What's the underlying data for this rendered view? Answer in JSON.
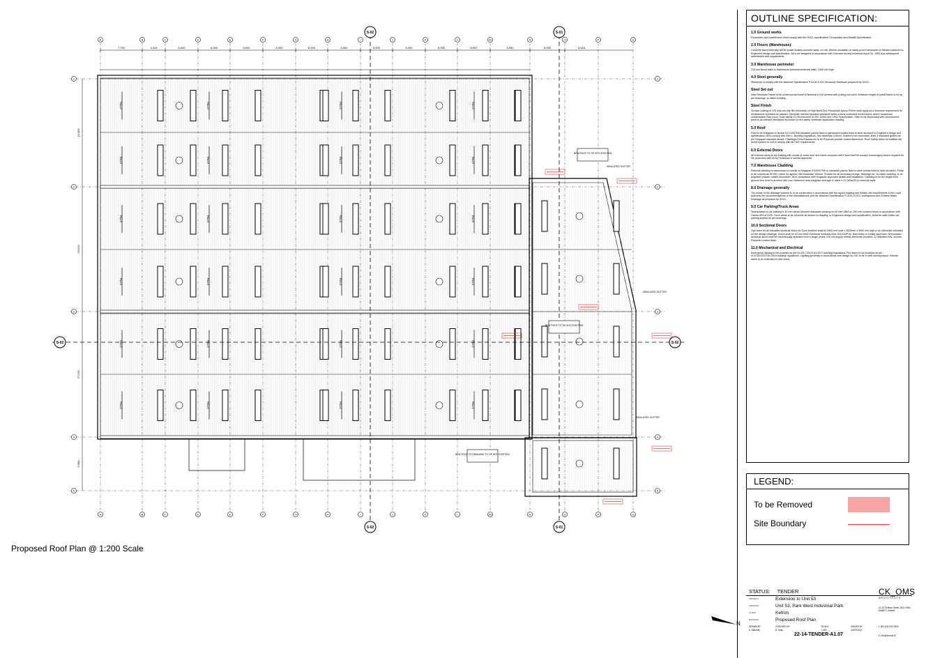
{
  "drawing": {
    "caption": "Proposed Roof Plan @ 1:200 Scale",
    "grid_columns": [
      "A",
      "B",
      "C",
      "D",
      "E",
      "F",
      "G",
      "H",
      "I",
      "J",
      "K",
      "L",
      "M",
      "N",
      "O",
      "P",
      "Q",
      "R",
      "S"
    ],
    "grid_rows": [
      "1",
      "2",
      "3",
      "4",
      "5"
    ],
    "top_dimensions": [
      "7,794",
      "4,319",
      "6,000",
      "6,000",
      "6,000",
      "6,000",
      "6,000",
      "6,000",
      "6,000",
      "6,000",
      "6,000",
      "6,997",
      "5,050",
      "6,000",
      "5,518"
    ],
    "left_dimensions": [
      "15,994",
      "23,513",
      "27,591",
      "9,984"
    ],
    "section_markers": [
      "S-02",
      "S-02",
      "S-01",
      "S-01",
      "S-02",
      "S-02"
    ],
    "fall_label": "FALLS",
    "notes": {
      "new_roof_1": "NEW ROOF TO TIE INTO EXISTING",
      "new_roof_2": "NEW ROOF TO TIE INTO EXISTING",
      "new_roof_3": "NEW ROOF TO DRAINAGE TO TIE INTO EXISTING",
      "insulated_gutter_1": "INSULATED GUTTER",
      "insulated_gutter_2": "INSULATED GUTTER",
      "insulated_gutter_3": "INSULATED GUTTER"
    }
  },
  "spec": {
    "title": "OUTLINE SPECIFICATION:",
    "sections": [
      {
        "heading": "1.0 Ground works",
        "text": "Excavation and backfill work shall comply with the GDCL specification / Excavation and Backfill Specification."
      },
      {
        "heading": "2.0 Floors (Warehouse):",
        "text": "Concrete floors internally will be power floated concrete slabs, on min 150mm insulation on damp proof membrane on blinded hardcore to Engineers design and specification. All to be designed in accordance with Concrete society technical report 34, 1994 plus subsequent amendment and supplements."
      },
      {
        "heading": "3.0 Warehouse perimeter",
        "text": "215 mm Block walls to Warehouse perimeter/external walls, 2400 mm high"
      },
      {
        "heading": "4.0 Steel generally",
        "text": "Steelwork to comply with the attached Specification P-0215-S-001 Structural Steelwork prepared by GDCL."
      },
      {
        "heading": "Steel Set out",
        "text": "New Structural Frame to be a steel portal frame at Nominal 6.0 M centres with a 6deg roof pitch. Minimum height of portal frame to be as per drawings, to match existing."
      },
      {
        "heading": "Steel Finish",
        "text": "Surface coating of 125 microns (dry film thickness) of High Build Zinc Phosphate Epoxy Primer shall apply as a minimum requirement for all steelwork specified as painted. Generally internal exposed steelwork within a semi-controlled environment, where occasional condensation may occur, must satisfy C2 environment to ISO 12944 and CRIU Specification. Steel to be fireproofed with Intumescent paint to all relevant elevations as shown on fire safety certificate application drawing."
      },
      {
        "heading": "5.0 Roof",
        "text": "Roof to be Kingspan or similar KS 1000 RW insulated panels fixed to galvanised purlins fixed to steel structure to Engineers design and specification, all to comply with Part L, Building regulations. Min thickness 115mm. Gutters to be concealed, lined & insulated gutters as per Kingspan standard details. Flashings/Trims/Fascias etc to be Polyester powder coated aluminium. Roof Safety. Allow for suitable fall arrest system to roof to comply with all H&S requirements."
      },
      {
        "heading": "6.0 External Doors",
        "text": "All external doors to the building will consist of metal door and frame complete with Panic Bar/Fire escape ironmongery where required for fire protection with all by Firesbook or similar approved"
      },
      {
        "heading": "7.0 Warehouse Cladding",
        "text": "External cladding to warehouse to consist of Kingspan KS1000 RW or sandwich panels fixed to steel purlins fixed to steel structure. Finish to be colourcoat HP200, colour as agreed. Min thickness 100mm. Provide for all necessary fixings, flashings etc, to match cladding, to be polyester powder coated aluminium. All in compliance with Kingspan approved details and installation. Cladding to be full height from ground floor level to junction with roof. Maximum area weighted average U-Value 0.21 (W/m2K) to external walls."
      },
      {
        "heading": "8.0 Drainage generally",
        "text": "The whole of the drainage scheme is to be constructed in accordance with the layout drawing and details; the requirements of the Local Authority the recommendations of the manufacturers and the attached Specification P-0215-D-001 Underground and Surface Water Drainage as prepared by GDCL."
      },
      {
        "heading": "9.0 Car Parking/Truck Areas",
        "text": "Tarmacadam to car parking to 40 mm dense bitumen macadam wearing on 40 mm DBM on 250 mm crushed stone in accordance with Clause 803 of DOE. Truck areas to be concrete as shown on drawing, to Engineers design and specification. Allow for staff /visitor car parking spaces as per drawings."
      },
      {
        "heading": "10.0 Sectional Doors",
        "text": "Ope sizes for all insulated sectional doors for Dock levellers shall be 2600 mm wide x 3000mm x 3000 mm high or as otherwise indicated on the design drawings. Doors shall be 42 mm thick Overhead sectional door OH1042P by Jess Idoley or similar approved. All insulated sectional doors shall be mechanically operated from a single phase 240 volt supply unless otherwise provided. 12 standard RAL colours, Polyester coated finish."
      },
      {
        "heading": "11.0 Mechanical and Electrical",
        "text": "Emergency lighting to be provided as per IS:3217:2013+A1:2017 building regulations. Fire alarm to be provided as per IS:3218:2013+A1:2019 building regulations. Lighting generally in accordance with design by CEL to tie in with racking layout. Intruder alarm to be extended to new doors."
      }
    ]
  },
  "legend": {
    "title": "LEGEND:",
    "items": [
      {
        "label": "To be Removed",
        "color": "#f9a3a3"
      },
      {
        "label": "Site Boundary",
        "color": "#e33333"
      }
    ]
  },
  "title_block": {
    "status_label": "STATUS:",
    "status": "TENDER",
    "project_label": "PROJECT",
    "project": "Extension to Unit 53",
    "address_label": "ADDRESS",
    "address": "Unit 53, Park West Industrial Park",
    "client_label": "CLIENT",
    "client": "Kefron",
    "drawing_label": "DRAWING",
    "drawing": "Proposed Roof Plan",
    "drawn_label": "DRAWN BY",
    "drawn": "A. Maloney",
    "checked_label": "CHECKED BY",
    "checked": "B. Kelly",
    "scale_label": "SCALE",
    "scale": "1:200",
    "issued_label": "ISSUED BY",
    "issued": "22/02/2023",
    "drawing_no": "22-14-TENDER-A1.07",
    "firm": "CK_OMS",
    "firm_sub": "ARCHITECTS",
    "firm_address": "21-22 Grafton Street, D02 VH94, Dublin 2, Ireland",
    "phone": "t. 353 (0)1 633 3300",
    "email": "e. info@ckoms.ie",
    "north": "N"
  }
}
